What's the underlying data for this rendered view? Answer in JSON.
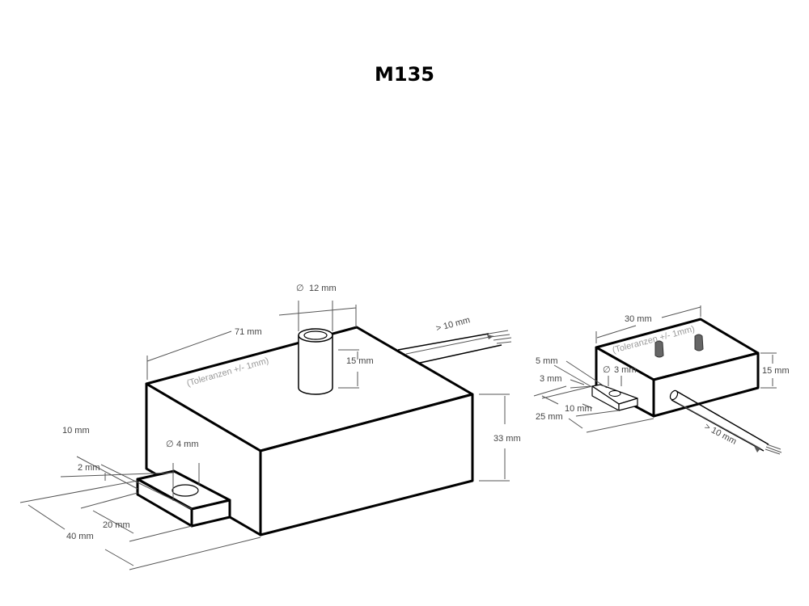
{
  "title": "M135",
  "large_device": {
    "length": "71 mm",
    "width": "40 mm",
    "height": "33 mm",
    "tolerance": "(Toleranzen +/- 1mm)",
    "post_diameter": "12 mm",
    "post_height": "15 mm",
    "cable_length": "> 10 mm",
    "tab_hole_diameter": "4 mm",
    "tab_width": "20 mm",
    "tab_depth": "10 mm",
    "tab_thickness": "2 mm"
  },
  "small_device": {
    "length": "30 mm",
    "width": "25 mm",
    "height": "15 mm",
    "tolerance": "(Toleranzen +/- 1mm)",
    "tab_hole_diameter": "3 mm",
    "tab_width": "10 mm",
    "tab_depth": "5 mm",
    "tab_thickness": "3 mm",
    "cable_length": "> 10 mm"
  }
}
